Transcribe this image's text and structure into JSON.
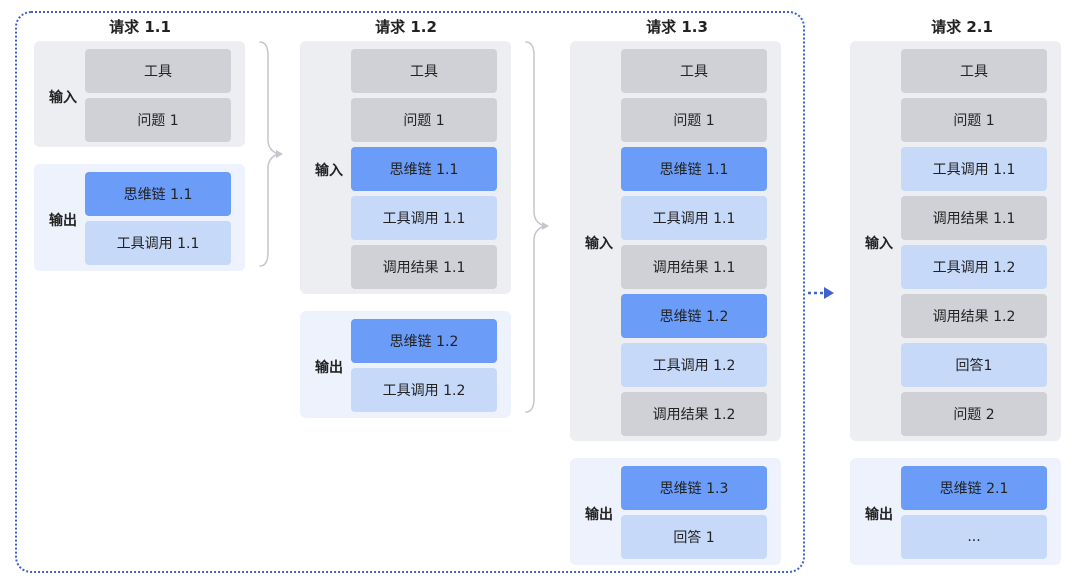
{
  "columns": [
    {
      "title": "请求 1.1",
      "input_label": "输入",
      "output_label": "输出",
      "input": [
        {
          "text": "工具",
          "style": "gray"
        },
        {
          "text": "问题 1",
          "style": "gray"
        }
      ],
      "output": [
        {
          "text": "思维链 1.1",
          "style": "blue"
        },
        {
          "text": "工具调用 1.1",
          "style": "light"
        }
      ]
    },
    {
      "title": "请求 1.2",
      "input_label": "输入",
      "output_label": "输出",
      "input": [
        {
          "text": "工具",
          "style": "gray"
        },
        {
          "text": "问题 1",
          "style": "gray"
        },
        {
          "text": "思维链 1.1",
          "style": "blue"
        },
        {
          "text": "工具调用 1.1",
          "style": "light"
        },
        {
          "text": "调用结果 1.1",
          "style": "gray"
        }
      ],
      "output": [
        {
          "text": "思维链 1.2",
          "style": "blue"
        },
        {
          "text": "工具调用 1.2",
          "style": "light"
        }
      ]
    },
    {
      "title": "请求 1.3",
      "input_label": "输入",
      "output_label": "输出",
      "input": [
        {
          "text": "工具",
          "style": "gray"
        },
        {
          "text": "问题 1",
          "style": "gray"
        },
        {
          "text": "思维链 1.1",
          "style": "blue"
        },
        {
          "text": "工具调用 1.1",
          "style": "light"
        },
        {
          "text": "调用结果 1.1",
          "style": "gray"
        },
        {
          "text": "思维链 1.2",
          "style": "blue"
        },
        {
          "text": "工具调用 1.2",
          "style": "light"
        },
        {
          "text": "调用结果 1.2",
          "style": "gray"
        }
      ],
      "output": [
        {
          "text": "思维链 1.3",
          "style": "blue"
        },
        {
          "text": "回答 1",
          "style": "light"
        }
      ]
    },
    {
      "title": "请求 2.1",
      "input_label": "输入",
      "output_label": "输出",
      "input": [
        {
          "text": "工具",
          "style": "gray"
        },
        {
          "text": "问题 1",
          "style": "gray"
        },
        {
          "text": "工具调用 1.1",
          "style": "light"
        },
        {
          "text": "调用结果 1.1",
          "style": "gray"
        },
        {
          "text": "工具调用 1.2",
          "style": "light"
        },
        {
          "text": "调用结果 1.2",
          "style": "gray"
        },
        {
          "text": "回答1",
          "style": "light"
        },
        {
          "text": "问题 2",
          "style": "gray"
        }
      ],
      "output": [
        {
          "text": "思维链 2.1",
          "style": "blue"
        },
        {
          "text": "...",
          "style": "light"
        }
      ]
    }
  ],
  "colors": {
    "gray_box": "#cfd1d6",
    "light_blue_box": "#c7d9f9",
    "blue_box": "#6b9cf8",
    "input_panel": "#eceef2",
    "output_panel": "#eef2fc",
    "frame": "#3f63c8"
  }
}
